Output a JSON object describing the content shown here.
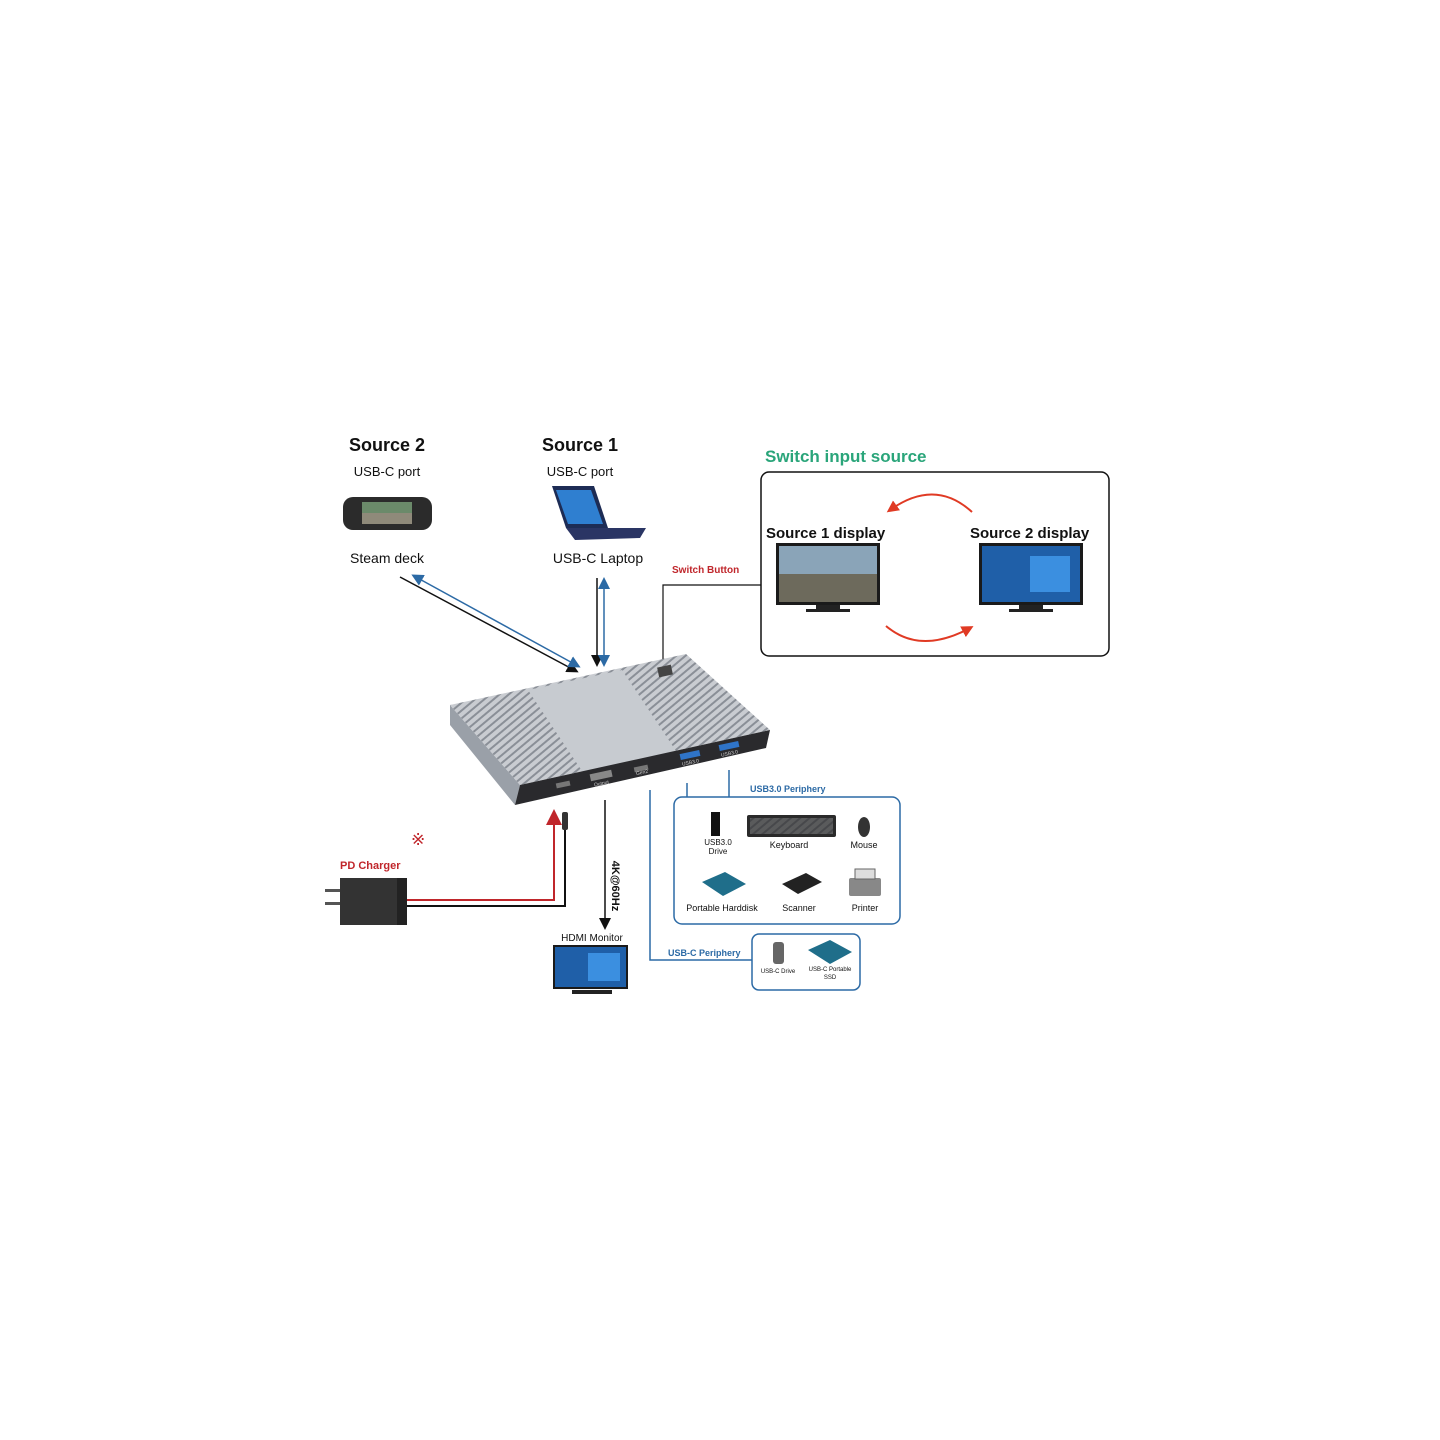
{
  "colors": {
    "accent_green": "#2aa57a",
    "red": "#c0262b",
    "blue": "#2c6aa5",
    "arrow_red": "#e03a24"
  },
  "sources": {
    "source2": {
      "title": "Source 2",
      "port": "USB-C port",
      "device": "Steam deck"
    },
    "source1": {
      "title": "Source 1",
      "port": "USB-C port",
      "device": "USB-C Laptop"
    }
  },
  "switch_panel": {
    "title": "Switch input source",
    "display1": "Source 1 display",
    "display2": "Source 2 display"
  },
  "switch_button": "Switch Button",
  "hub_ports": {
    "output": "Output",
    "gen2": "Gen2",
    "usb_a1": "USB3.0",
    "usb_a2": "USB3.0"
  },
  "output": {
    "resolution": "4K@60Hz",
    "monitor": "HDMI Monitor"
  },
  "charger": {
    "label": "PD Charger",
    "note_mark": "※"
  },
  "usb3_periphery": {
    "title": "USB3.0 Periphery",
    "items": [
      "USB3.0 Drive",
      "Keyboard",
      "Mouse",
      "Portable Harddisk",
      "Scanner",
      "Printer"
    ]
  },
  "usbc_periphery": {
    "title": "USB-C Periphery",
    "items": [
      "USB-C Drive",
      "USB-C Portable SSD"
    ]
  }
}
